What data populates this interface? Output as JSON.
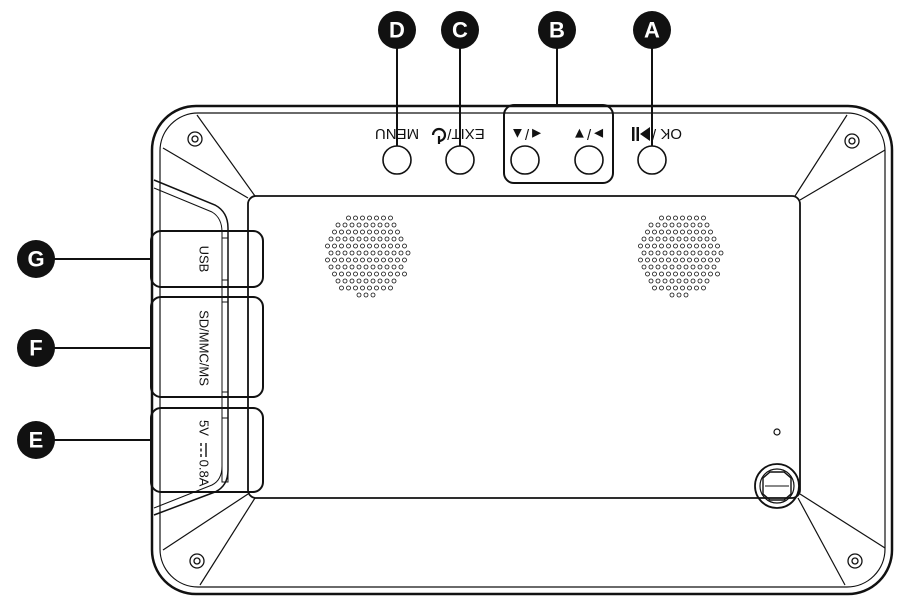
{
  "callouts": {
    "a": "A",
    "b": "B",
    "c": "C",
    "d": "D",
    "e": "E",
    "f": "F",
    "g": "G"
  },
  "buttons": {
    "menu": "MENU",
    "exit": "EXIT/",
    "prev_up": "◄/▲",
    "next_down": "►/▼",
    "ok_play": "OK /"
  },
  "ports": {
    "usb": "USB",
    "card": "SD/MMC/MS",
    "power_volt": "5V",
    "power_amp": "0.8A"
  }
}
